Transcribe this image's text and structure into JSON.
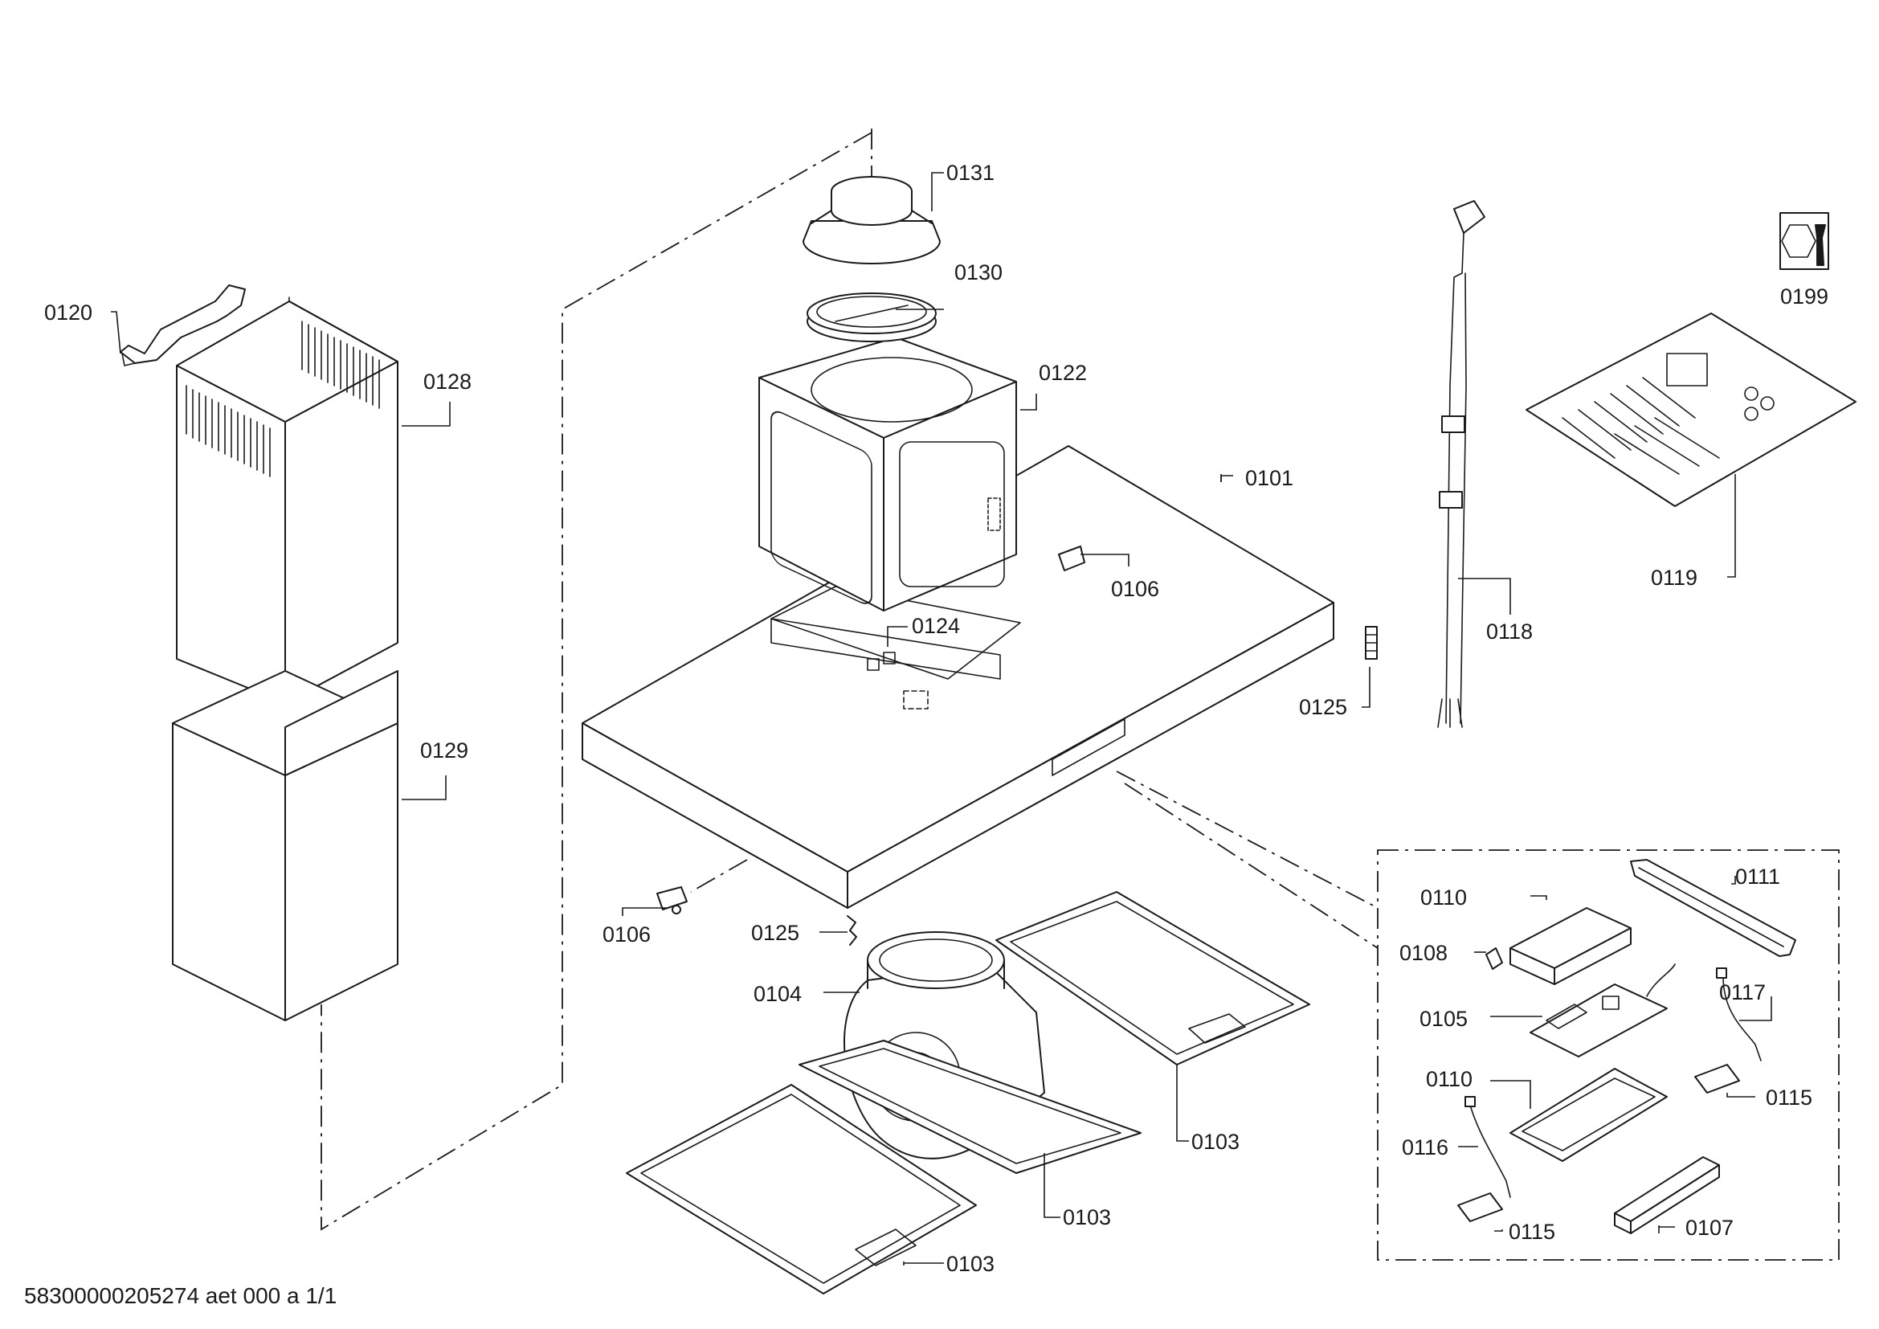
{
  "labels": {
    "p0131": "0131",
    "p0130": "0130",
    "p0122": "0122",
    "p0101": "0101",
    "p0106a": "0106",
    "p0106b": "0106",
    "p0124": "0124",
    "p0125a": "0125",
    "p0125b": "0125",
    "p0120": "0120",
    "p0128": "0128",
    "p0129": "0129",
    "p0104": "0104",
    "p0103a": "0103",
    "p0103b": "0103",
    "p0103c": "0103",
    "p0118": "0118",
    "p0119": "0119",
    "p0199": "0199",
    "p0110a": "0110",
    "p0110b": "0110",
    "p0111": "0111",
    "p0108": "0108",
    "p0105": "0105",
    "p0117": "0117",
    "p0115a": "0115",
    "p0115b": "0115",
    "p0116": "0116",
    "p0107": "0107"
  },
  "footer": "58300000205274 aet 000 a 1/1"
}
